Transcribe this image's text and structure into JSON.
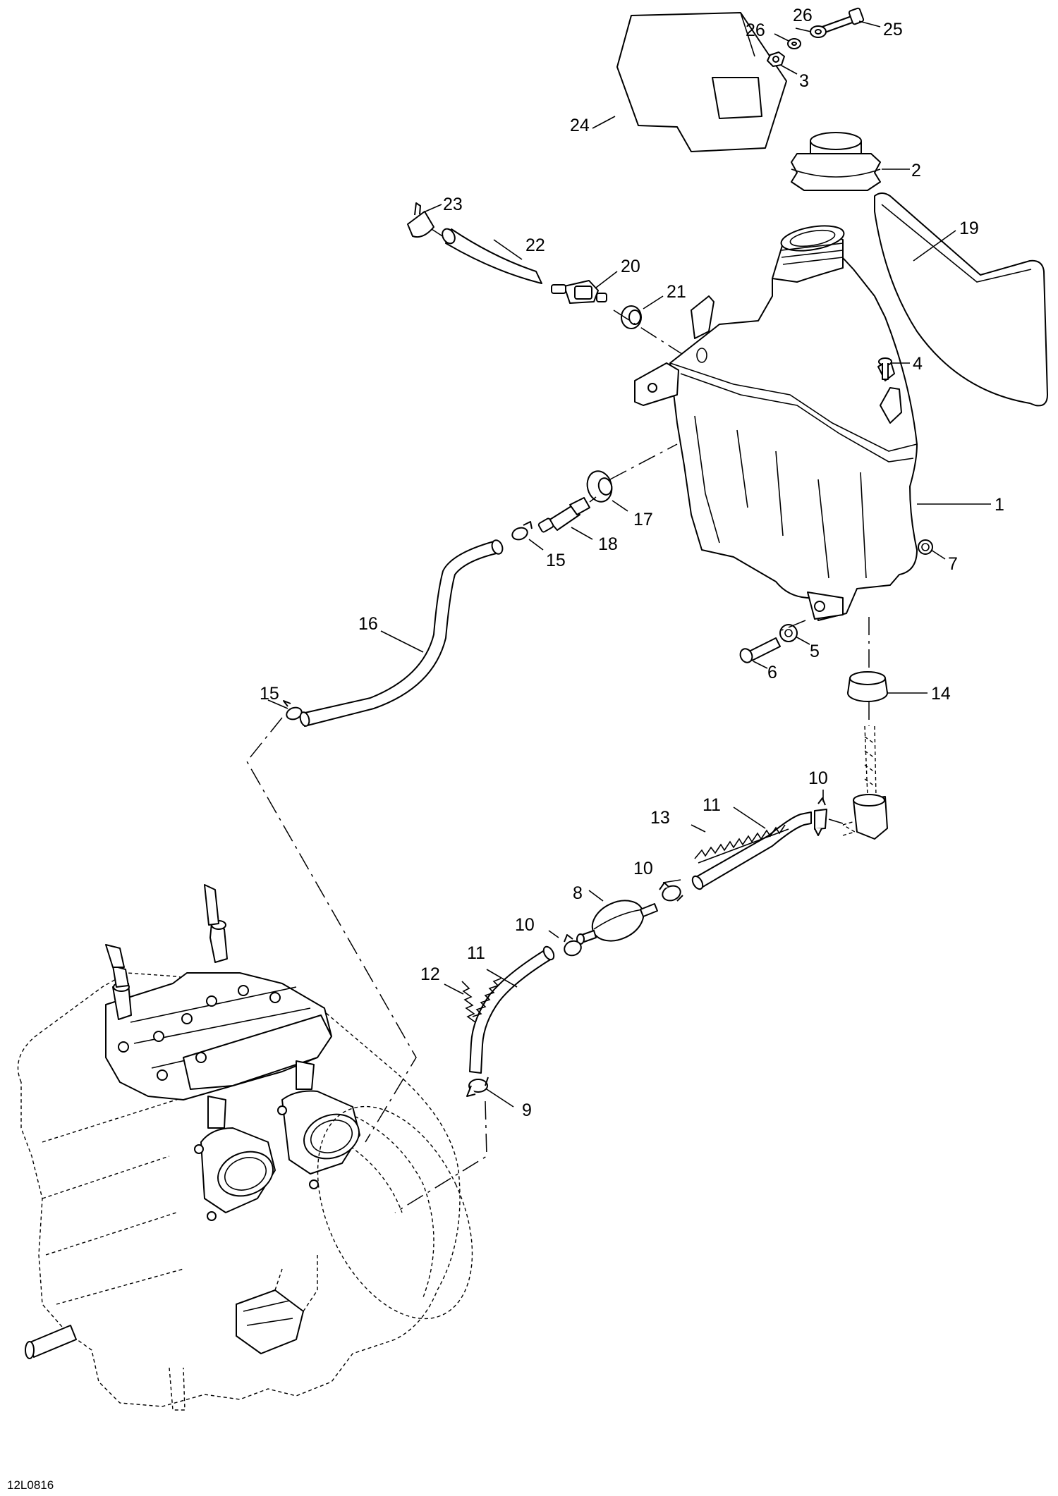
{
  "diagram": {
    "code": "12L0816",
    "callouts": [
      {
        "id": "c1",
        "label": "1"
      },
      {
        "id": "c2",
        "label": "2"
      },
      {
        "id": "c3",
        "label": "3"
      },
      {
        "id": "c4",
        "label": "4"
      },
      {
        "id": "c5",
        "label": "5"
      },
      {
        "id": "c6",
        "label": "6"
      },
      {
        "id": "c7",
        "label": "7"
      },
      {
        "id": "c8",
        "label": "8"
      },
      {
        "id": "c9",
        "label": "9"
      },
      {
        "id": "c10a",
        "label": "10"
      },
      {
        "id": "c10b",
        "label": "10"
      },
      {
        "id": "c10c",
        "label": "10"
      },
      {
        "id": "c11a",
        "label": "11"
      },
      {
        "id": "c11b",
        "label": "11"
      },
      {
        "id": "c12",
        "label": "12"
      },
      {
        "id": "c13",
        "label": "13"
      },
      {
        "id": "c14",
        "label": "14"
      },
      {
        "id": "c15a",
        "label": "15"
      },
      {
        "id": "c15b",
        "label": "15"
      },
      {
        "id": "c16",
        "label": "16"
      },
      {
        "id": "c17",
        "label": "17"
      },
      {
        "id": "c18",
        "label": "18"
      },
      {
        "id": "c19",
        "label": "19"
      },
      {
        "id": "c20",
        "label": "20"
      },
      {
        "id": "c21",
        "label": "21"
      },
      {
        "id": "c22",
        "label": "22"
      },
      {
        "id": "c23",
        "label": "23"
      },
      {
        "id": "c24",
        "label": "24"
      },
      {
        "id": "c25",
        "label": "25"
      },
      {
        "id": "c26a",
        "label": "26"
      },
      {
        "id": "c26b",
        "label": "26"
      }
    ]
  }
}
